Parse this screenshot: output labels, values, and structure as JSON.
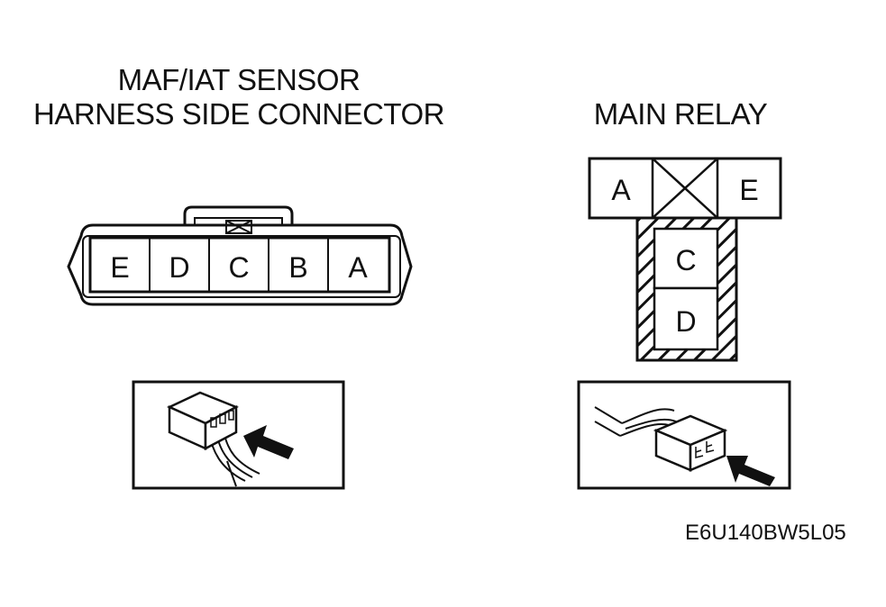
{
  "left": {
    "title_line1": "MAF/IAT SENSOR",
    "title_line2": "HARNESS SIDE CONNECTOR",
    "pins": [
      "E",
      "D",
      "C",
      "B",
      "A"
    ],
    "illustration_icon": "harness-connector-probe-icon"
  },
  "right": {
    "title": "MAIN RELAY",
    "pins_top": [
      "A",
      "E"
    ],
    "pins_lower": [
      "C",
      "D"
    ],
    "illustration_icon": "relay-connector-probe-icon"
  },
  "figure_code": "E6U140BW5L05"
}
